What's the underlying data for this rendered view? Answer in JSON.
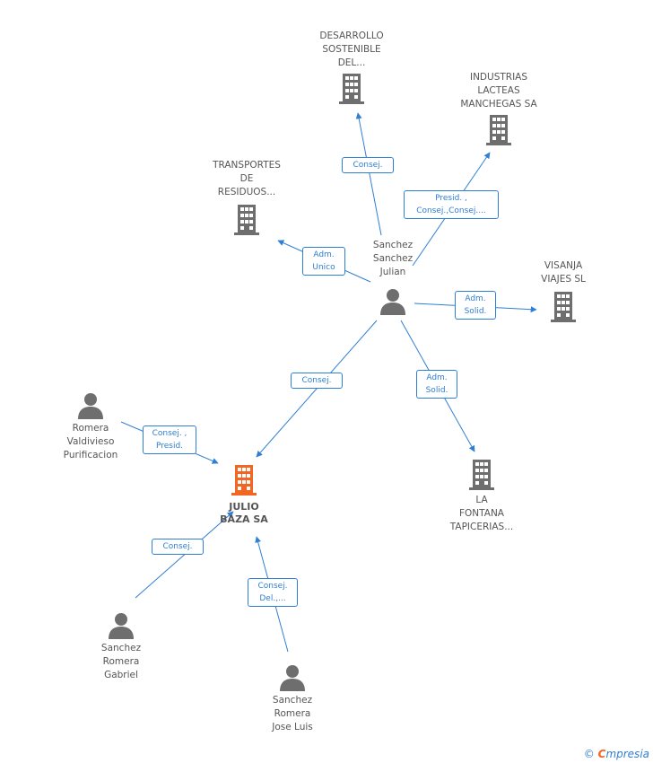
{
  "colors": {
    "edge": "#2f7fd4",
    "icon": "#6e6e6e",
    "center_icon": "#f26522"
  },
  "center": {
    "label": "JULIO\nBAZA SA",
    "icon": "building-icon"
  },
  "companies": [
    {
      "id": "desarrollo",
      "label": "DESARROLLO\nSOSTENIBLE\nDEL...",
      "icon": "building-icon"
    },
    {
      "id": "industrias",
      "label": "INDUSTRIAS\nLACTEAS\nMANCHEGAS SA",
      "icon": "building-icon"
    },
    {
      "id": "transportes",
      "label": "TRANSPORTES\nDE\nRESIDUOS...",
      "icon": "building-icon"
    },
    {
      "id": "visanja",
      "label": "VISANJA\nVIAJES  SL",
      "icon": "building-icon"
    },
    {
      "id": "fontana",
      "label": "LA\nFONTANA\nTAPICERIAS...",
      "icon": "building-icon"
    }
  ],
  "people": [
    {
      "id": "julian",
      "label": "Sanchez\nSanchez\nJulian",
      "icon": "person-icon"
    },
    {
      "id": "purificacion",
      "label": "Romera\nValdivieso\nPurificacion",
      "icon": "person-icon"
    },
    {
      "id": "gabriel",
      "label": "Sanchez\nRomera\nGabriel",
      "icon": "person-icon"
    },
    {
      "id": "joseluis",
      "label": "Sanchez\nRomera\nJose Luis",
      "icon": "person-icon"
    }
  ],
  "relations": [
    {
      "id": "julian-desarrollo",
      "label": "Consej."
    },
    {
      "id": "julian-industrias",
      "label": "Presid. ,\nConsej.,Consej...."
    },
    {
      "id": "julian-transportes",
      "label": "Adm.\nUnico"
    },
    {
      "id": "julian-visanja",
      "label": "Adm.\nSolid."
    },
    {
      "id": "julian-fontana",
      "label": "Adm.\nSolid."
    },
    {
      "id": "julian-center",
      "label": "Consej."
    },
    {
      "id": "purificacion-center",
      "label": "Consej. ,\nPresid."
    },
    {
      "id": "gabriel-center",
      "label": "Consej."
    },
    {
      "id": "joseluis-center",
      "label": "Consej.\nDel.,..."
    }
  ],
  "footer": {
    "copyright": "©",
    "brand_first": "C",
    "brand_rest": "mpresia"
  }
}
